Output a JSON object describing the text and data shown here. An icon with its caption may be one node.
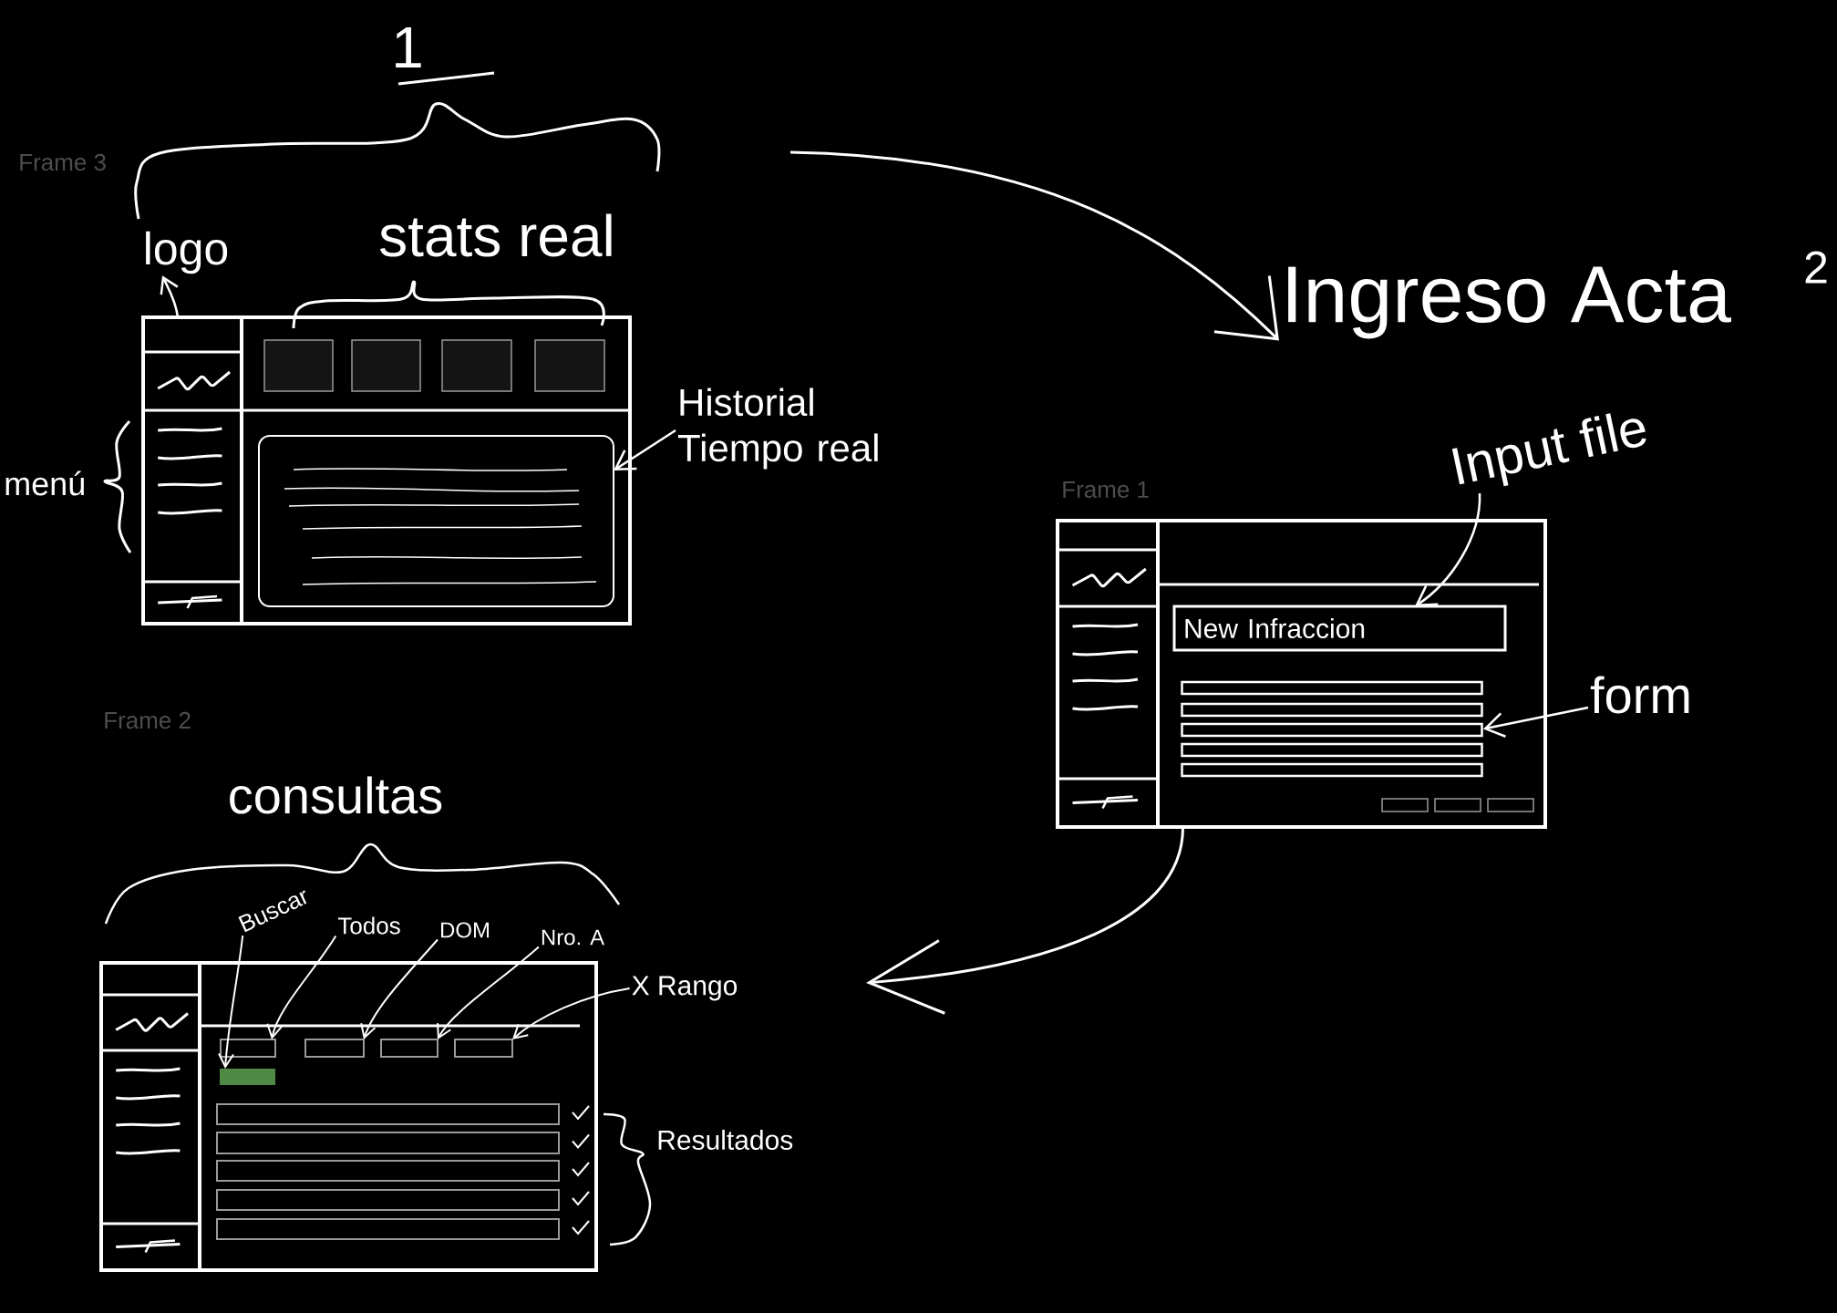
{
  "diagram": {
    "nodes": [
      {
        "text": [],
        "shape": "box"
      },
      {
        "text": [],
        "shape": "box",
        "in": 0
      },
      {
        "text": [],
        "shape": "box",
        "in": 0
      },
      {
        "text": [
          "logo"
        ]
      },
      {
        "text": [
          "Historial Tiempo real"
        ]
      },
      {
        "text": [
          "Ingreso Acta"
        ]
      },
      {
        "text": [],
        "shape": "box"
      },
      {
        "text": [
          "New Infraccion"
        ],
        "in": 6
      },
      {
        "text": [],
        "shape": "box",
        "in": 6
      },
      {
        "text": [
          "Input file"
        ]
      },
      {
        "text": [
          "form"
        ]
      },
      {
        "text": [],
        "shape": "box"
      },
      {
        "text": [],
        "shape": "box",
        "in": 11
      },
      {
        "text": [],
        "shape": "box",
        "in": 11
      },
      {
        "text": [],
        "shape": "box",
        "in": 11
      },
      {
        "text": [],
        "shape": "box",
        "in": 11
      },
      {
        "text": [],
        "shape": "box",
        "in": 11
      },
      {
        "text": [
          "Buscar"
        ]
      },
      {
        "text": [
          "Todos"
        ]
      },
      {
        "text": [
          "DOM"
        ]
      },
      {
        "text": [
          "Nro. A"
        ]
      },
      {
        "text": [
          "X Rango"
        ]
      },
      {
        "text": [],
        "shape": "box",
        "in": 0
      },
      {
        "text": [],
        "shape": "box",
        "in": 0
      },
      {
        "text": [],
        "shape": "box",
        "in": 0
      },
      {
        "text": [],
        "shape": "box",
        "in": 0
      }
    ],
    "edges": [
      {
        "from": null,
        "to": 5,
        "arrow": "to"
      },
      {
        "from": 6,
        "to": null,
        "arrow": "to"
      },
      {
        "from": 1,
        "to": 3,
        "arrow": "to"
      },
      {
        "from": 4,
        "to": 2,
        "arrow": "to"
      },
      {
        "from": 9,
        "to": 7,
        "arrow": "to"
      },
      {
        "from": 10,
        "to": 8,
        "arrow": "to"
      },
      {
        "from": 17,
        "to": 12,
        "arrow": "to"
      },
      {
        "from": 18,
        "to": 13,
        "arrow": "to"
      },
      {
        "from": 19,
        "to": 14,
        "arrow": "to"
      },
      {
        "from": 20,
        "to": 15,
        "arrow": "to"
      },
      {
        "from": 21,
        "to": 16,
        "arrow": "to"
      }
    ],
    "labels": [
      "1",
      "Frame 3",
      "stats real",
      "2",
      "menú",
      "Frame 1",
      "Frame 2",
      "consultas",
      "Resultados"
    ]
  }
}
